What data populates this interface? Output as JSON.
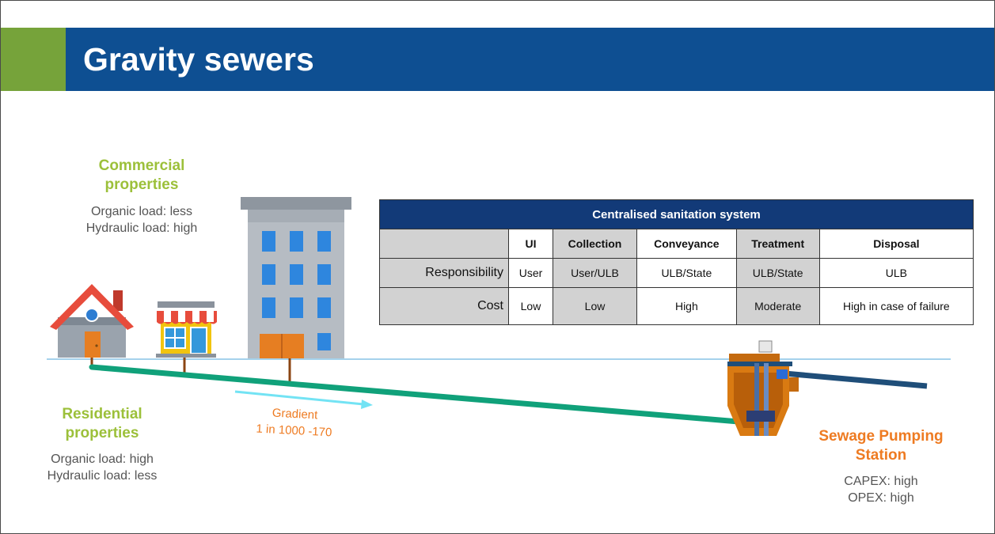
{
  "header": {
    "title": "Gravity sewers"
  },
  "commercial": {
    "title": "Commercial properties",
    "organic_load": "Organic load: less",
    "hydraulic_load": "Hydraulic load: high"
  },
  "residential": {
    "title": "Residential properties",
    "organic_load": "Organic load: high",
    "hydraulic_load": "Hydraulic load: less"
  },
  "pumping_station": {
    "title": "Sewage Pumping Station",
    "capex": "CAPEX: high",
    "opex": "OPEX: high"
  },
  "gradient": {
    "label": "Gradient",
    "value": "1 in 1000 -170"
  },
  "table": {
    "title": "Centralised sanitation system",
    "columns": [
      "UI",
      "Collection",
      "Conveyance",
      "Treatment",
      "Disposal"
    ],
    "rows": [
      {
        "label": "Responsibility",
        "cells": [
          "User",
          "User/ULB",
          "ULB/State",
          "ULB/State",
          "ULB"
        ]
      },
      {
        "label": "Cost",
        "cells": [
          "Low",
          "Low",
          "High",
          "Moderate",
          "High in case of failure"
        ]
      }
    ]
  },
  "colors": {
    "title_bar": "#0e4f92",
    "accent_green": "#76a33a",
    "label_green": "#9cc03a",
    "label_orange": "#ee7b22",
    "sewer_pipe": "#10a17a",
    "table_header": "#123a78"
  }
}
